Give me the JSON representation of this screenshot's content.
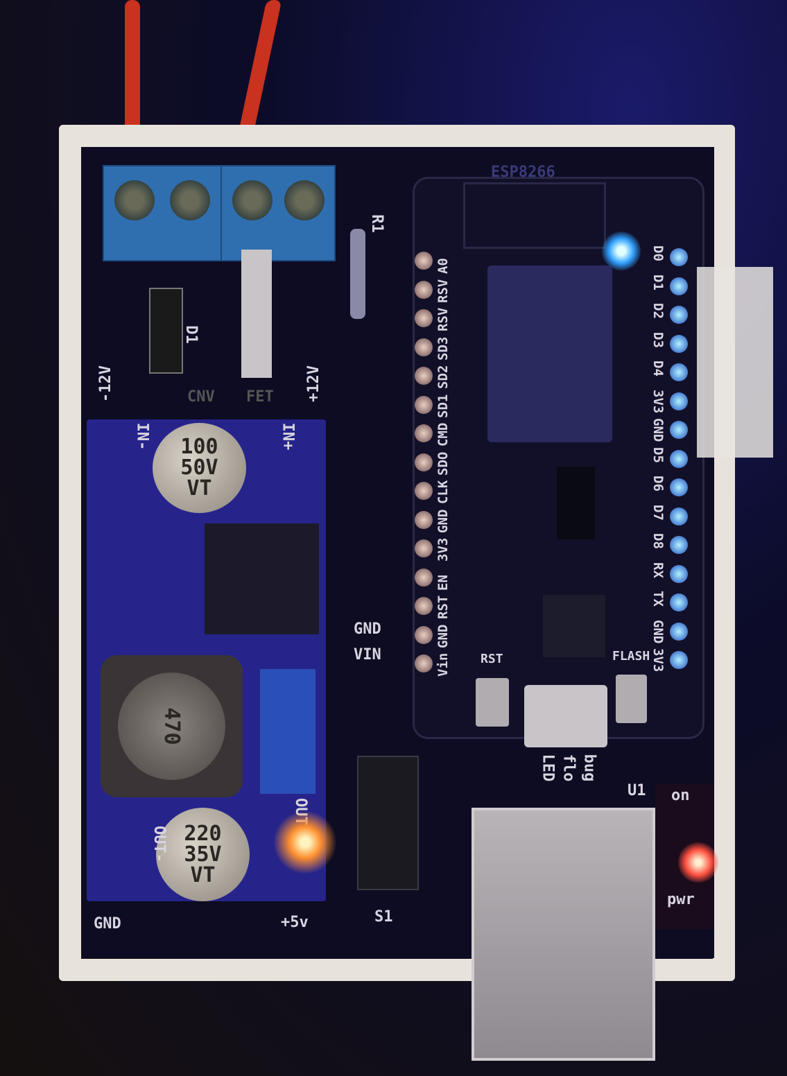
{
  "board": {
    "esp_module": "ESP8266",
    "resistor": "R1",
    "diode": "D1",
    "cnv": "CNV",
    "fet": "FET",
    "minus12": "-12V",
    "plus12": "+12V",
    "gnd_label": "GND",
    "vin_label": "VIN",
    "gnd_bottom": "GND",
    "plus5": "+5v",
    "switch": "S1",
    "u1": "U1",
    "on": "on",
    "pwr": "pwr",
    "led": "LED",
    "flo": "flo",
    "bug": "bug"
  },
  "buck": {
    "in_minus": "IN-",
    "in_plus": "IN+",
    "cap1": [
      "100",
      "50V",
      "VT"
    ],
    "inductor": "470",
    "cap2": [
      "220",
      "35V",
      "VT"
    ],
    "out_minus": "OUT-",
    "out_plus": "OUT+"
  },
  "nodemcu": {
    "left_pins": [
      "A0",
      "RSV",
      "RSV",
      "SD3",
      "SD2",
      "SD1",
      "CMD",
      "SDO",
      "CLK",
      "GND",
      "3V3",
      "EN",
      "RST",
      "GND",
      "Vin"
    ],
    "right_pins": [
      "D0",
      "D1",
      "D2",
      "D3",
      "D4",
      "3V3",
      "GND",
      "D5",
      "D6",
      "D7",
      "D8",
      "RX",
      "TX",
      "GND",
      "3V3"
    ],
    "rst_button": "RST",
    "flash_button": "FLASH"
  },
  "colors": {
    "led_blue": "#30a0ff",
    "led_red": "#ff5040",
    "pcb": "#0d0c22",
    "buck_pcb": "#26248a"
  }
}
